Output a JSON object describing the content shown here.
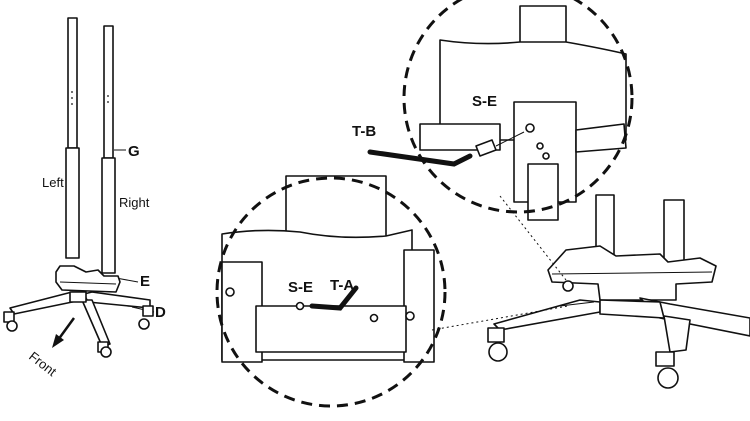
{
  "labels": {
    "g": "G",
    "left": "Left",
    "right": "Right",
    "e": "E",
    "d": "D",
    "front": "Front",
    "zoom1_se": "S-E",
    "zoom1_ta": "T-A",
    "zoom2_tb": "T-B",
    "zoom2_se": "S-E"
  }
}
